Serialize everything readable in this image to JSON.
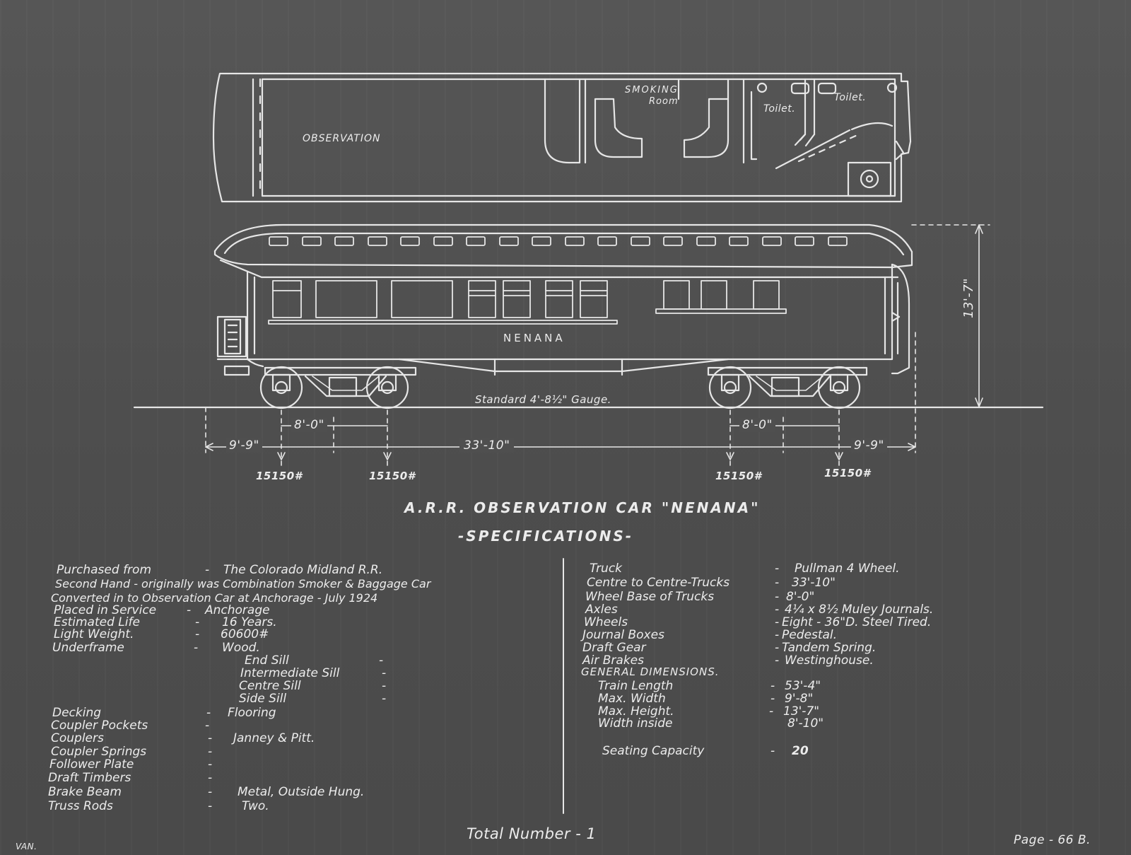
{
  "plan": {
    "observation_label": "OBSERVATION",
    "smoking_room_label_1": "SMOKING",
    "smoking_room_label_2": "Room",
    "toilet_label_1": "Toilet.",
    "toilet_label_2": "Toilet."
  },
  "elevation": {
    "car_name": "NENANA",
    "gauge_label": "Standard 4'-8½\" Gauge.",
    "height_label": "13'-7\""
  },
  "dimensions": {
    "overhang_left": "9'-9\"",
    "wheelbase_left": "8'-0\"",
    "truck_centres": "33'-10\"",
    "wheelbase_right": "8'-0\"",
    "overhang_right": "9'-9\"",
    "loads": [
      "15150#",
      "15150#",
      "15150#",
      "15150#"
    ]
  },
  "title": "A.R.R. OBSERVATION CAR \"NENANA\"",
  "subtitle": "-SPECIFICATIONS-",
  "history": [
    {
      "key": "Purchased from",
      "dash": "-",
      "value": "The Colorado Midland R.R."
    },
    {
      "line": "Second Hand - originally was Combination Smoker & Baggage Car"
    },
    {
      "line": "Converted in to Observation Car at Anchorage - July 1924"
    },
    {
      "key": "Placed in Service",
      "dash": "-",
      "value": "Anchorage"
    },
    {
      "key": "Estimated Life",
      "dash": "-",
      "value": "16 Years."
    },
    {
      "key": "Light Weight.",
      "dash": "-",
      "value": "60600#"
    },
    {
      "key": "Underframe",
      "dash": "-",
      "value": "Wood."
    }
  ],
  "sills": [
    {
      "key": "End Sill",
      "dash": "-"
    },
    {
      "key": "Intermediate Sill",
      "dash": "-"
    },
    {
      "key": "Centre Sill",
      "dash": "-"
    },
    {
      "key": "Side Sill",
      "dash": "-"
    }
  ],
  "fittings": [
    {
      "key": "Decking",
      "dash": "-",
      "value": "Flooring"
    },
    {
      "key": "Coupler Pockets",
      "dash": "-",
      "value": ""
    },
    {
      "key": "Couplers",
      "dash": "-",
      "value": "Janney & Pitt."
    },
    {
      "key": "Coupler Springs",
      "dash": "-",
      "value": ""
    },
    {
      "key": "Follower Plate",
      "dash": "-",
      "value": ""
    },
    {
      "key": "Draft Timbers",
      "dash": "-",
      "value": ""
    },
    {
      "key": "Brake Beam",
      "dash": "-",
      "value": "Metal, Outside Hung."
    },
    {
      "key": "Truss Rods",
      "dash": "-",
      "value": "Two."
    }
  ],
  "truck_specs": [
    {
      "key": "Truck",
      "dash": "-",
      "value": "Pullman 4 Wheel."
    },
    {
      "key": "Centre to Centre-Trucks",
      "dash": "-",
      "value": "33'-10\""
    },
    {
      "key": "Wheel Base of Trucks",
      "dash": "-",
      "value": "8'-0\""
    },
    {
      "key": "Axles",
      "dash": "-",
      "value": "4¼ x 8½ Muley Journals."
    },
    {
      "key": "Wheels",
      "dash": "-",
      "value": "Eight - 36\"D. Steel Tired."
    },
    {
      "key": "Journal Boxes",
      "dash": "-",
      "value": "Pedestal."
    },
    {
      "key": "Draft Gear",
      "dash": "-",
      "value": "Tandem Spring."
    },
    {
      "key": "Air Brakes",
      "dash": "-",
      "value": "Westinghouse."
    }
  ],
  "general_dimensions_heading": "GENERAL DIMENSIONS.",
  "general_dimensions": [
    {
      "key": "Train Length",
      "dash": "-",
      "value": "53'-4\""
    },
    {
      "key": "Max. Width",
      "dash": "-",
      "value": "9'-8\""
    },
    {
      "key": "Max. Height.",
      "dash": "-",
      "value": "13'-7\""
    },
    {
      "key": "Width inside",
      "dash": "",
      "value": "8'-10\""
    }
  ],
  "seating": {
    "key": "Seating Capacity",
    "dash": "-",
    "value": "20"
  },
  "total_number": "Total Number - 1",
  "footer_left": "VAN.",
  "footer_right": "Page - 66 B.",
  "colors": {
    "background": "#515151",
    "ink": "#ececec"
  }
}
